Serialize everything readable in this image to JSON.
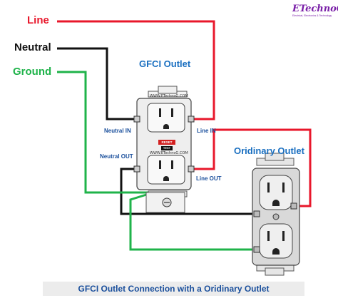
{
  "wire_labels": {
    "line": "Line",
    "neutral": "Neutral",
    "ground": "Ground"
  },
  "headings": {
    "gfci": "GFCI Outlet",
    "ordinary": "Oridinary Outlet"
  },
  "terminal_labels": {
    "neutral_in": "Neutral IN",
    "line_in": "Line IN",
    "neutral_out": "Neutral OUT",
    "line_out": "Line OUT"
  },
  "watermark": "WWW.ETechnoG.COM",
  "buttons": {
    "reset": "RESET",
    "test": "TEST"
  },
  "logo": {
    "brand": "ETechnoG",
    "tagline": "Electrical, Electronics & Technology"
  },
  "caption": "GFCI Outlet Connection with a Oridinary Outlet",
  "colors": {
    "line": "#e8172b",
    "neutral": "#111111",
    "ground": "#1fb34a",
    "label_blue": "#1a4f9c",
    "heading_blue": "#1a6fc0"
  }
}
